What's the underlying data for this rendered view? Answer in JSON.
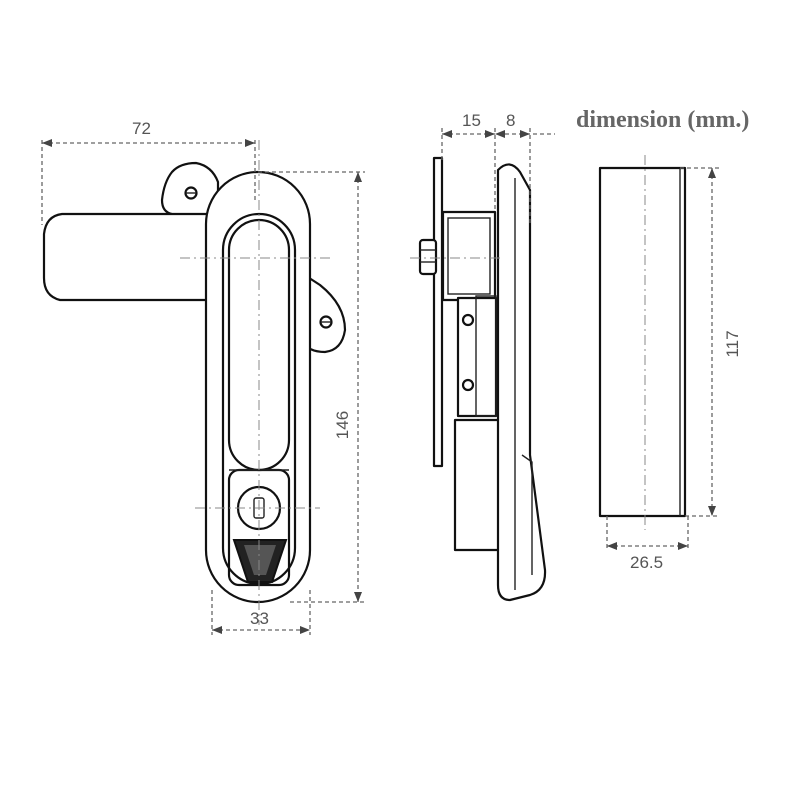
{
  "title": "dimension (mm.)",
  "front_view": {
    "width_overall": "72",
    "height": "146",
    "width_body": "33"
  },
  "side_view": {
    "depth_a": "15",
    "depth_b": "8"
  },
  "cutout_view": {
    "height": "117",
    "width": "26.5"
  }
}
